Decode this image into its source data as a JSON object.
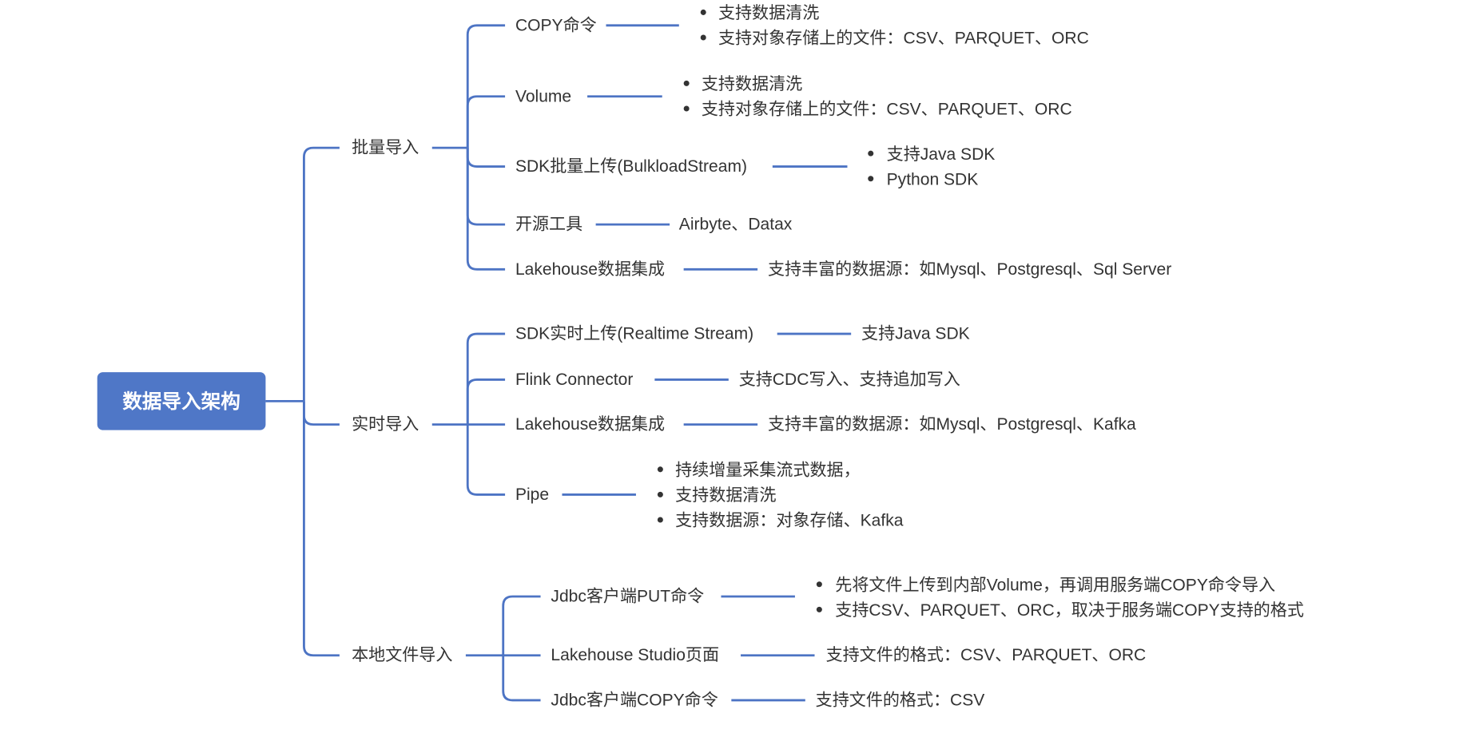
{
  "root": {
    "label": "数据导入架构"
  },
  "branches": [
    {
      "label": "批量导入",
      "children": [
        {
          "label": "COPY命令",
          "bullets": [
            "支持数据清洗",
            "支持对象存储上的文件：CSV、PARQUET、ORC"
          ]
        },
        {
          "label": "Volume",
          "bullets": [
            "支持数据清洗",
            "支持对象存储上的文件：CSV、PARQUET、ORC"
          ]
        },
        {
          "label": "SDK批量上传(BulkloadStream)",
          "bullets": [
            "支持Java SDK",
            "Python SDK"
          ]
        },
        {
          "label": "开源工具",
          "note": "Airbyte、Datax"
        },
        {
          "label": "Lakehouse数据集成",
          "note": "支持丰富的数据源：如Mysql、Postgresql、Sql Server"
        }
      ]
    },
    {
      "label": "实时导入",
      "children": [
        {
          "label": "SDK实时上传(Realtime Stream)",
          "note": "支持Java SDK"
        },
        {
          "label": "Flink Connector",
          "note": "支持CDC写入、支持追加写入"
        },
        {
          "label": "Lakehouse数据集成",
          "note": "支持丰富的数据源：如Mysql、Postgresql、Kafka"
        },
        {
          "label": "Pipe",
          "bullets": [
            "持续增量采集流式数据，",
            "支持数据清洗",
            "支持数据源：对象存储、Kafka"
          ]
        }
      ]
    },
    {
      "label": "本地文件导入",
      "children": [
        {
          "label": "Jdbc客户端PUT命令",
          "bullets": [
            "先将文件上传到内部Volume，再调用服务端COPY命令导入",
            "支持CSV、PARQUET、ORC，取决于服务端COPY支持的格式"
          ]
        },
        {
          "label": "Lakehouse Studio页面",
          "note": "支持文件的格式：CSV、PARQUET、ORC"
        },
        {
          "label": "Jdbc客户端COPY命令",
          "note": "支持文件的格式：CSV"
        }
      ]
    }
  ],
  "colors": {
    "line": "#4d74c4",
    "root_fill": "#4f77c7",
    "text": "#333333"
  }
}
